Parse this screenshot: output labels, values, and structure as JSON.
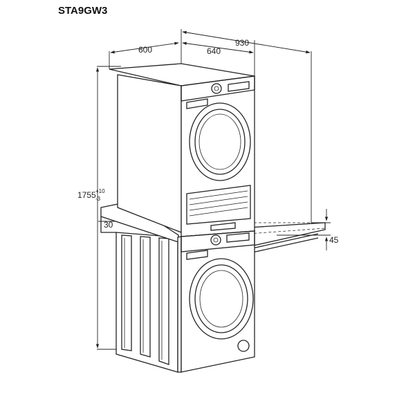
{
  "title": "STA9GW3",
  "dimensions": {
    "depth": "600",
    "width": "640",
    "total_depth": "930",
    "height": "1755",
    "height_tol_plus": "+10",
    "height_tol_minus": "-3",
    "shelf_thickness": "30",
    "shelf_offset": "45"
  }
}
